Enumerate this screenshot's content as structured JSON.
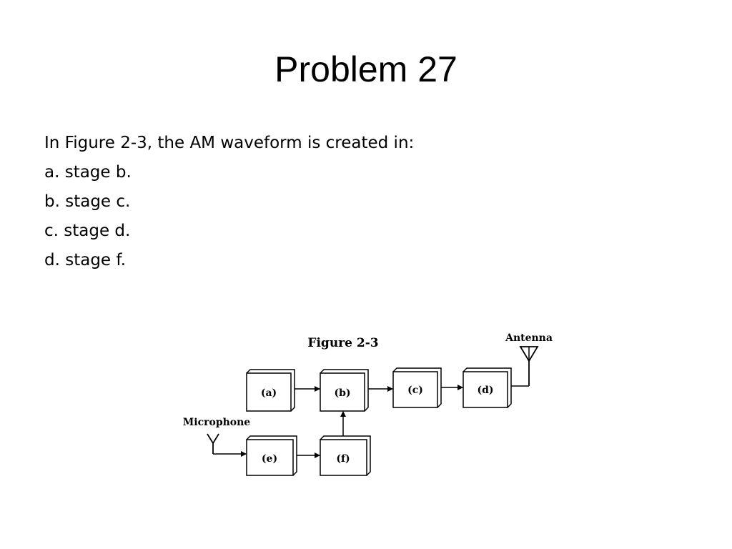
{
  "slide": {
    "title": "Problem 27",
    "question": "In Figure 2-3, the AM waveform is created in:",
    "options": [
      "a. stage b.",
      "b. stage c.",
      "c. stage d.",
      "d. stage f."
    ]
  },
  "figure": {
    "caption": "Figure 2-3",
    "antenna_label": "Antenna",
    "microphone_label": "Microphone",
    "blocks": {
      "a": "(a)",
      "b": "(b)",
      "c": "(c)",
      "d": "(d)",
      "e": "(e)",
      "f": "(f)"
    }
  }
}
